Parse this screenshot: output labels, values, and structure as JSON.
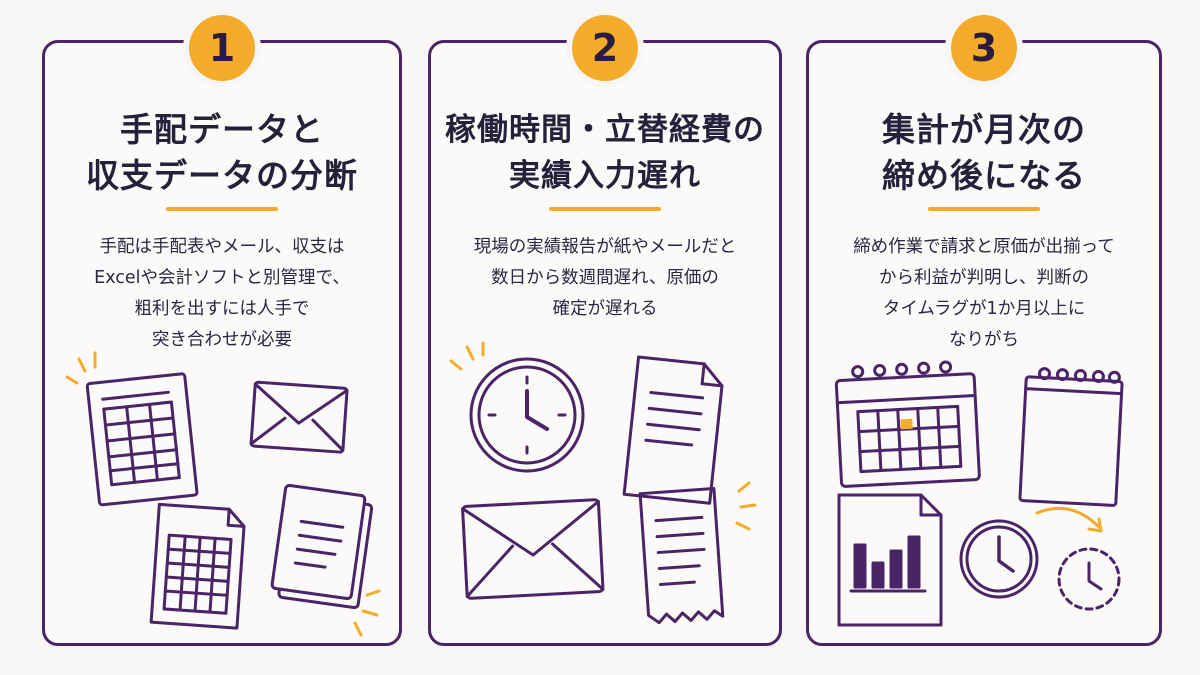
{
  "colors": {
    "accent": "#f5ab2a",
    "outline": "#4a2466",
    "text": "#24213a",
    "background": "#f7f6f4"
  },
  "cards": [
    {
      "number": "1",
      "title": "手配データと\n収支データの分断",
      "description": "手配は手配表やメール、収支は\nExcelや会計ソフトと別管理で、\n粗利を出すには人手で\n突き合わせが必要",
      "icons": [
        "spreadsheet-icon",
        "envelope-icon",
        "table-document-icon",
        "document-stack-icon"
      ]
    },
    {
      "number": "2",
      "title": "稼働時間・立替経費の\n実績入力遅れ",
      "description": "現場の実績報告が紙やメールだと\n数日から数週間遅れ、原価の\n確定が遅れる",
      "icons": [
        "clock-icon",
        "paper-document-icon",
        "envelope-icon",
        "receipt-icon"
      ]
    },
    {
      "number": "3",
      "title": "集計が月次の\n締め後になる",
      "description": "締め作業で請求と原価が出揃って\nから利益が判明し、判断の\nタイムラグが1か月以上に\nなりがち",
      "icons": [
        "calendar-icon",
        "notepad-icon",
        "bar-chart-report-icon",
        "clock-icon",
        "delayed-clock-icon"
      ]
    }
  ]
}
